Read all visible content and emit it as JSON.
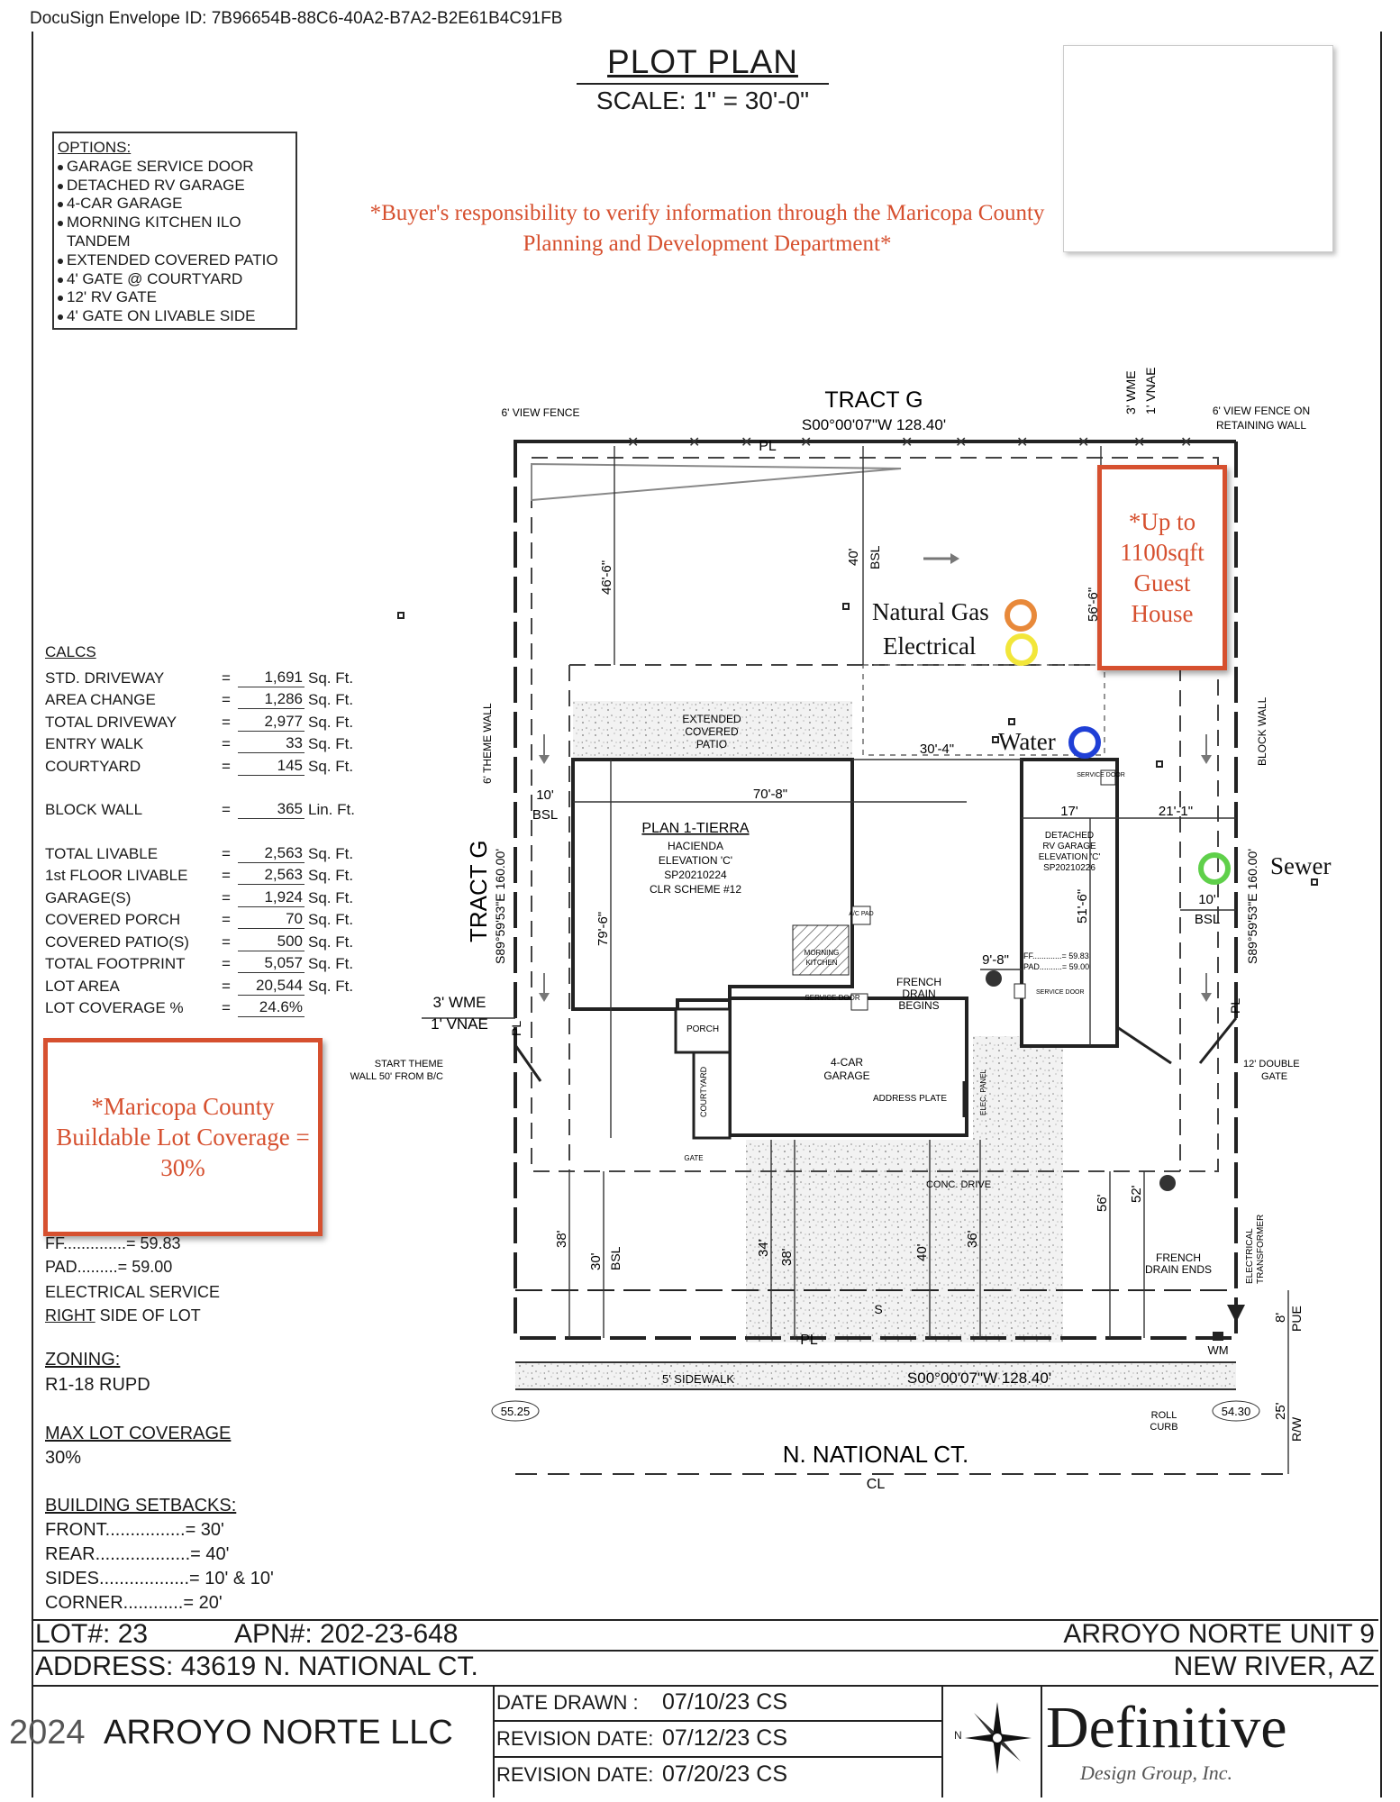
{
  "header": {
    "envelope_id": "DocuSign Envelope ID: 7B96654B-88C6-40A2-B7A2-B2E61B4C91FB",
    "title": "PLOT PLAN",
    "scale": "SCALE: 1\" = 30'-0\""
  },
  "options": {
    "heading": "OPTIONS:",
    "items": [
      "GARAGE SERVICE DOOR",
      "DETACHED RV GARAGE",
      "4-CAR GARAGE",
      "MORNING KITCHEN ILO",
      "TANDEM",
      "EXTENDED COVERED PATIO",
      "4' GATE @ COURTYARD",
      "12' RV GATE",
      "4' GATE ON LIVABLE SIDE"
    ]
  },
  "notes": {
    "buyer": "*Buyer's responsibility to verify information through the Maricopa County Planning and Development Department*",
    "guest_house": "*Up to 1100sqft Guest House",
    "coverage": "*Maricopa County Buildable Lot Coverage = 30%"
  },
  "utilities": {
    "natural_gas": "Natural Gas",
    "electrical": "Electrical",
    "water": "Water",
    "sewer": "Sewer",
    "colors": {
      "gas": "#e8893a",
      "electric": "#f2e63a",
      "water": "#1f3fd6",
      "sewer": "#5fd04a"
    }
  },
  "calcs": {
    "heading": "CALCS",
    "group1": [
      {
        "k": "STD. DRIVEWAY",
        "v": "1,691",
        "u": "Sq. Ft."
      },
      {
        "k": "AREA CHANGE",
        "v": "1,286",
        "u": "Sq. Ft."
      },
      {
        "k": "TOTAL DRIVEWAY",
        "v": "2,977",
        "u": "Sq. Ft."
      },
      {
        "k": "ENTRY WALK",
        "v": "33",
        "u": "Sq. Ft."
      },
      {
        "k": "COURTYARD",
        "v": "145",
        "u": "Sq. Ft."
      }
    ],
    "block_wall": {
      "k": "BLOCK WALL",
      "v": "365",
      "u": "Lin. Ft."
    },
    "group2": [
      {
        "k": "TOTAL LIVABLE",
        "v": "2,563",
        "u": "Sq. Ft."
      },
      {
        "k": "1st FLOOR LIVABLE",
        "v": "2,563",
        "u": "Sq. Ft."
      },
      {
        "k": "GARAGE(S)",
        "v": "1,924",
        "u": "Sq. Ft."
      },
      {
        "k": "COVERED PORCH",
        "v": "70",
        "u": "Sq. Ft."
      },
      {
        "k": "COVERED PATIO(S)",
        "v": "500",
        "u": "Sq. Ft."
      },
      {
        "k": "TOTAL FOOTPRINT",
        "v": "5,057",
        "u": "Sq. Ft."
      },
      {
        "k": "LOT AREA",
        "v": "20,544",
        "u": "Sq. Ft."
      },
      {
        "k": "LOT COVERAGE %",
        "v": "24.6%",
        "u": ""
      }
    ]
  },
  "lower_left": {
    "ff": "FF..............= 59.83",
    "pad": "PAD.........= 59.00",
    "elec_service": "ELECTRICAL SERVICE",
    "right_word": "RIGHT",
    "side_of_lot": " SIDE OF LOT",
    "zoning_h": "ZONING:",
    "zoning": "R1-18 RUPD",
    "maxcov_h": "MAX LOT COVERAGE",
    "maxcov": "30%",
    "setbacks_h": "BUILDING SETBACKS:",
    "front": "FRONT................= 30'",
    "rear": "REAR...................= 40'",
    "sides": "SIDES..................= 10' & 10'",
    "corner": "CORNER............= 20'"
  },
  "plan": {
    "tract_top": "TRACT G",
    "tract_left": "TRACT G",
    "bearing_top": "S00°00'07\"W 128.40'",
    "bearing_bottom": "S00°00'07\"W 128.40'",
    "bearing_left": "S89°59'53\"E 160.00'",
    "bearing_right": "S89°59'53\"E 160.00'",
    "view_fence": "6' VIEW FENCE",
    "view_fence_wall_1": "6' VIEW FENCE ON",
    "view_fence_wall_2": "RETAINING WALL",
    "wme": "3' WME",
    "vnae": "1' VNAE",
    "theme_wall": "6' THEME WALL",
    "block_wall": "BLOCK WALL",
    "patio_1": "EXTENDED",
    "patio_2": "COVERED",
    "patio_3": "PATIO",
    "house_1": "PLAN 1-TIERRA",
    "house_2": "HACIENDA",
    "house_3": "ELEVATION 'C'",
    "house_4": "SP20210224",
    "house_5": "CLR SCHEME #12",
    "rv_1": "DETACHED",
    "rv_2": "RV GARAGE",
    "rv_3": "ELEVATION 'C'",
    "rv_4": "SP20210226",
    "garage_1": "4-CAR",
    "garage_2": "GARAGE",
    "porch": "PORCH",
    "courtyard": "COURTYARD",
    "morning_1": "MORNING",
    "morning_2": "KITCHEN",
    "service_door": "SERVICE DOOR",
    "ac_pad": "A/C PAD",
    "address_plate": "ADDRESS PLATE",
    "elec_panel": "ELEC. PANEL",
    "gate": "GATE",
    "conc_drive": "CONC. DRIVE",
    "french_begins_1": "FRENCH",
    "french_begins_2": "DRAIN",
    "french_begins_3": "BEGINS",
    "french_ends_1": "FRENCH",
    "french_ends_2": "DRAIN ENDS",
    "start_theme_1": "START THEME",
    "start_theme_2": "WALL 50' FROM B/C",
    "double_gate_1": "12' DOUBLE",
    "double_gate_2": "GATE",
    "transformer_1": "ELECTRICAL",
    "transformer_2": "TRANSFORMER",
    "ff_rv": "FF.............= 59.83",
    "pad_rv": "PAD..........= 59.00",
    "sidewalk": "5' SIDEWALK",
    "roll_curb_1": "ROLL",
    "roll_curb_2": "CURB",
    "street": "N. NATIONAL CT.",
    "cl": "CL",
    "pl": "PL",
    "wm": "WM",
    "pue": "PUE",
    "rw": "R/W",
    "bsl": "BSL",
    "elev_left": "55.25",
    "elev_right": "54.30",
    "dims": {
      "d46_6": "46'-6\"",
      "d40": "40'",
      "d56_6": "56'-6\"",
      "d30_4": "30'-4\"",
      "d10": "10'",
      "d70_8": "70'-8\"",
      "d17": "17'",
      "d21_1": "21'-1\"",
      "d79_6": "79'-6\"",
      "d51_6": "51'-6\"",
      "d10r": "10'",
      "d9_8": "9'-8\"",
      "d38": "38'",
      "d30": "30'",
      "d34": "34'",
      "d38b": "38'",
      "d40b": "40'",
      "d36": "36'",
      "d56": "56'",
      "d52": "52'",
      "d8": "8'",
      "d25": "25'",
      "wme": "3' WME",
      "vnae": "1' VNAE",
      "s": "S"
    }
  },
  "title_block": {
    "lot": "LOT#: 23",
    "apn": "APN#: 202-23-648",
    "project": "ARROYO NORTE UNIT 9",
    "address": "ADDRESS: 43619 N. NATIONAL CT.",
    "city": "NEW RIVER, AZ",
    "owner": "ARROYO NORTE LLC",
    "copyright": "2024",
    "date_drawn_k": "DATE DRAWN :",
    "date_drawn_v": "07/10/23 CS",
    "rev1_k": "REVISION DATE:",
    "rev1_v": "07/12/23 CS",
    "rev2_k": "REVISION DATE:",
    "rev2_v": "07/20/23 CS",
    "north": "N",
    "logo": "Definitive",
    "logo_sub": "Design Group, Inc."
  }
}
